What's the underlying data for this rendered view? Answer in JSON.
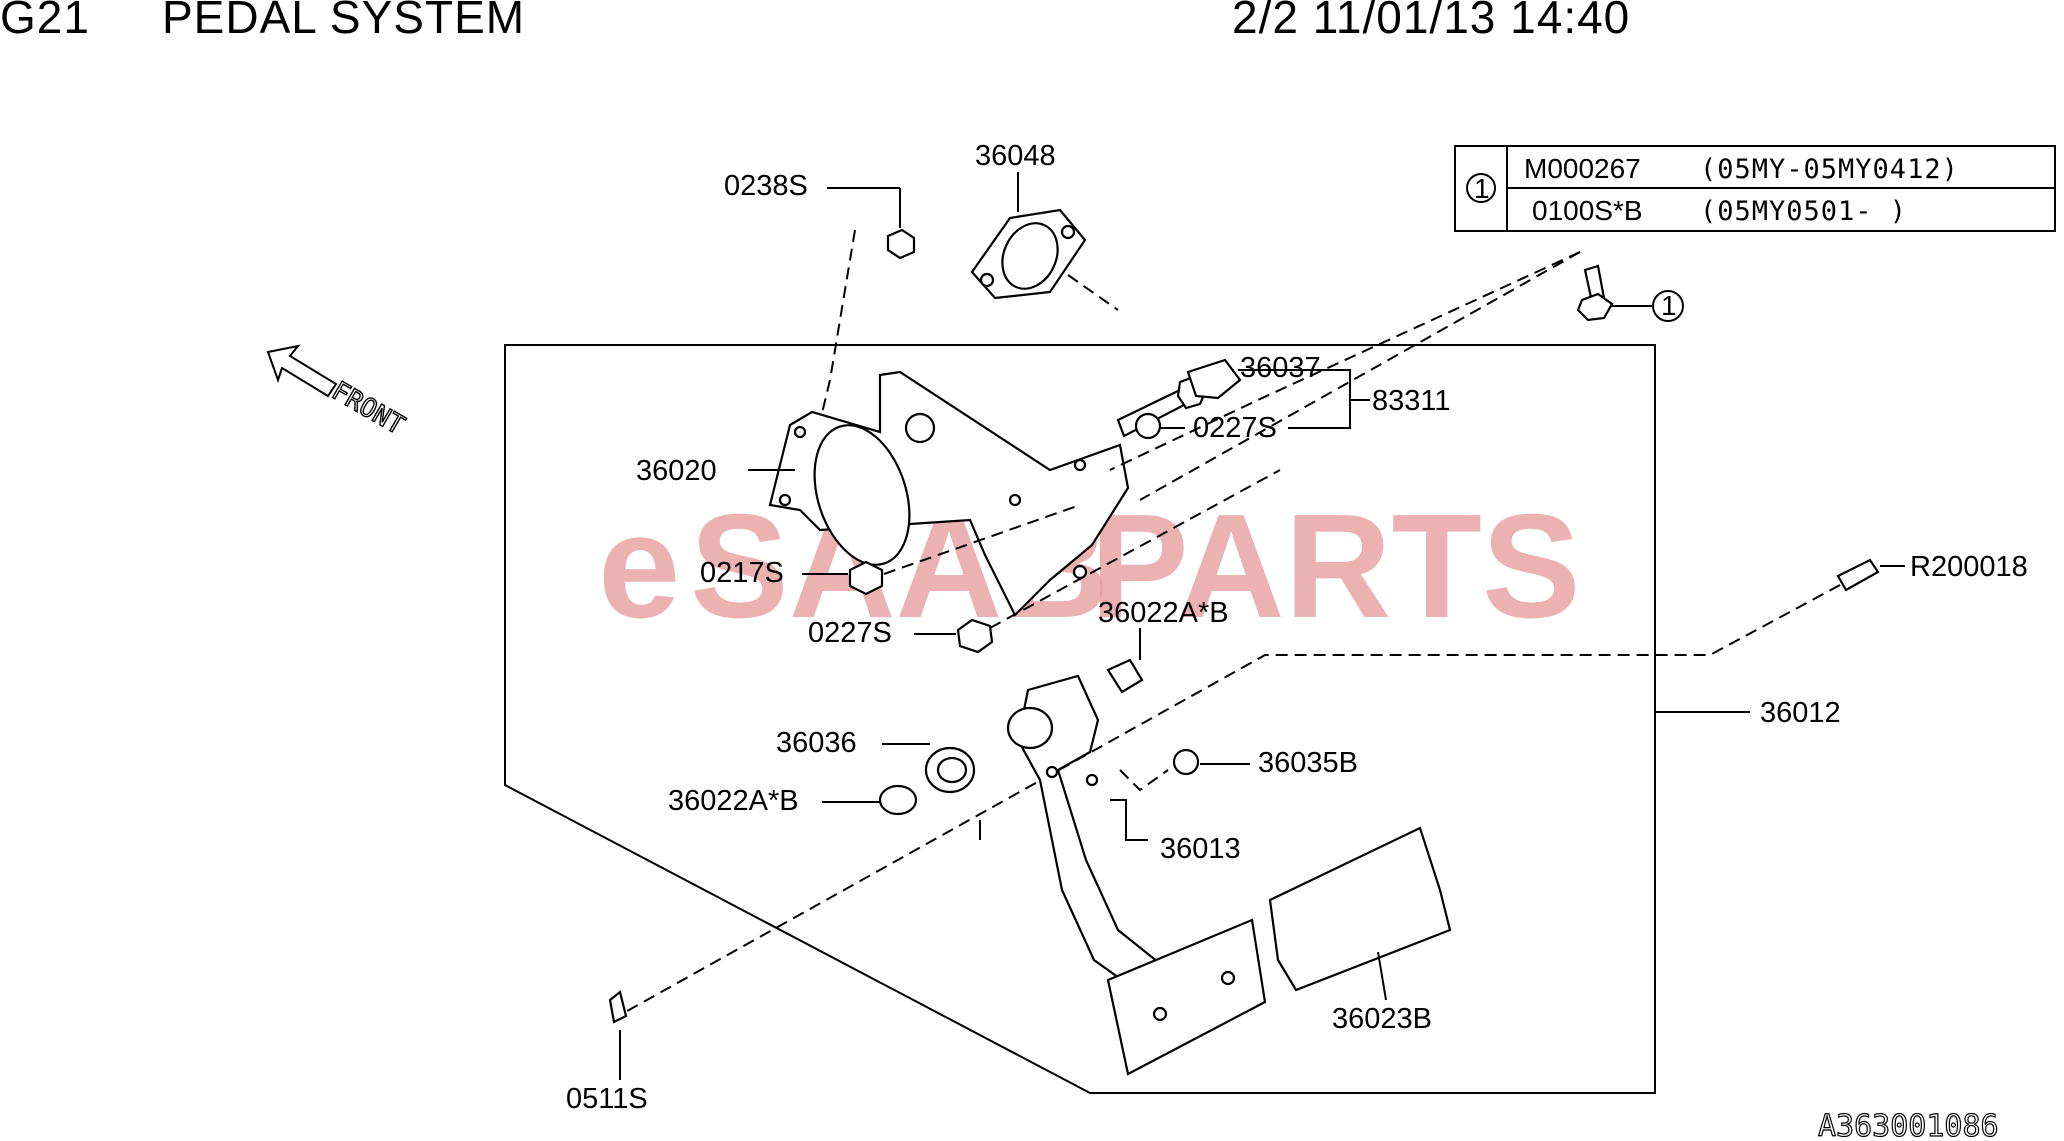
{
  "header": {
    "section_code": "G21",
    "section_title": "PEDAL SYSTEM",
    "page_info": "2/2 11/01/13 14:40"
  },
  "watermark": {
    "prefix": "e",
    "mid": "SAAB",
    "suffix": "PARTS"
  },
  "front_label": "FRONT",
  "image_id": "A363001086",
  "applicability_table": {
    "ref_marker": "1",
    "rows": [
      {
        "part": "M000267",
        "range": "(05MY-05MY0412)"
      },
      {
        "part": "0100S*B",
        "range": "(05MY0501-     )"
      }
    ]
  },
  "callouts": {
    "p36048": "36048",
    "p0238S": "0238S",
    "p36037": "36037",
    "p36020": "36020",
    "p83311": "83311",
    "p0227S_a": "0227S",
    "p0217S": "0217S",
    "p0227S_b": "0227S",
    "p36022AB_a": "36022A*B",
    "pR200018": "R200018",
    "p36012": "36012",
    "p36036": "36036",
    "p36035B": "36035B",
    "p36022AB_b": "36022A*B",
    "p36013": "36013",
    "p36023B": "36023B",
    "p0511S": "0511S",
    "ref1": "1"
  }
}
